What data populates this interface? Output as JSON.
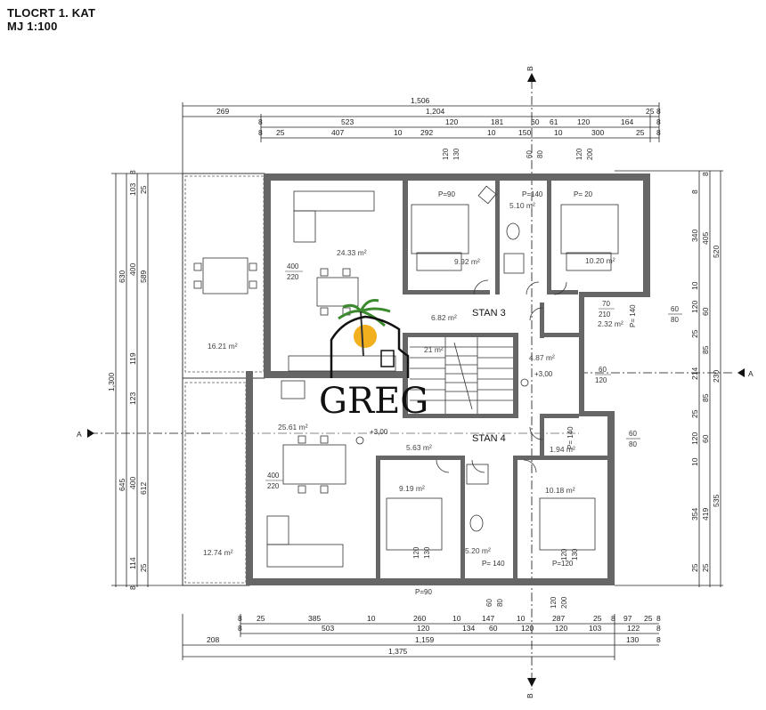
{
  "header": {
    "title_line1": "TLOCRT 1. KAT",
    "title_line2": "MJ 1:100"
  },
  "section_marks": {
    "b_top": "B",
    "b_bottom": "B",
    "a_left": "A",
    "a_right": "A"
  },
  "apartments": {
    "stan3": "STAN 3",
    "stan4": "STAN 4"
  },
  "logo": {
    "text": "GREG"
  },
  "top_dims": {
    "row1": [
      "1,506"
    ],
    "row2": [
      "269",
      "1,204",
      "25",
      "8"
    ],
    "row3": [
      "8",
      "523",
      "120",
      "181",
      "60",
      "61",
      "120",
      "164",
      "8"
    ],
    "row4": [
      "8",
      "25",
      "407",
      "10",
      "292",
      "10",
      "150",
      "10",
      "300",
      "25",
      "8"
    ]
  },
  "bottom_dims": {
    "row1": [
      "8",
      "25",
      "385",
      "10",
      "260",
      "10",
      "147",
      "10",
      "287",
      "25",
      "8",
      "97",
      "25",
      "8"
    ],
    "row2": [
      "8",
      "503",
      "120",
      "134",
      "60",
      "120",
      "120",
      "103",
      "122",
      "8"
    ],
    "row3": [
      "208",
      "1,159",
      "130",
      "8"
    ],
    "row4": [
      "1,375"
    ]
  },
  "left_dims": [
    "1,300",
    "630",
    "645",
    "103",
    "400",
    "119",
    "123",
    "400",
    "114",
    "589",
    "612",
    "25",
    "25",
    "8",
    "8"
  ],
  "right_dims": [
    "405",
    "520",
    "340",
    "10",
    "120",
    "60",
    "25",
    "85",
    "214",
    "230",
    "85",
    "60",
    "25",
    "120",
    "10",
    "354",
    "419",
    "535",
    "25",
    "25",
    "8",
    "8"
  ],
  "room_areas": {
    "terrace_top": "16.21 m²",
    "living3": "24.33 m²",
    "bed3a": "9.92 m²",
    "bath3": "5.10 m²",
    "bed3b": "10.20 m²",
    "hall3": "6.82 m²",
    "store3": "2.32 m²",
    "stair": "21 m²",
    "landing": "4.87 m²",
    "living4": "25.61 m²",
    "hall4": "5.63 m²",
    "store4": "1.94 m²",
    "bed4a": "9.19 m²",
    "bed4b": "10.18 m²",
    "bath4": "5.20 m²",
    "terrace_bottom": "12.74 m²"
  },
  "levels": {
    "level3": "+3,00",
    "level4": "+3,00"
  },
  "openings": {
    "w400": "400",
    "h220": "220",
    "w400b": "400",
    "h220b": "220",
    "p90a": "P=90",
    "p140a": "P=140",
    "p20a": "P= 20",
    "p140b": "P= 140",
    "p140c": "P= 140",
    "p90b": "P=90",
    "p140d": "P= 140",
    "p120": "P=120",
    "d120": "120",
    "d130": "130",
    "d60": "60",
    "d80": "80",
    "d120b": "120",
    "d200": "200",
    "w70": "70",
    "h210": "210",
    "d60r": "60",
    "d80r": "80",
    "d60r2": "60",
    "d80r2": "80",
    "d60s": "60",
    "d120s": "120",
    "d120c": "120",
    "d130c": "130",
    "d120d": "120",
    "d130d": "130",
    "d60b": "60",
    "d80b": "80",
    "d120e": "120",
    "d200e": "200"
  }
}
